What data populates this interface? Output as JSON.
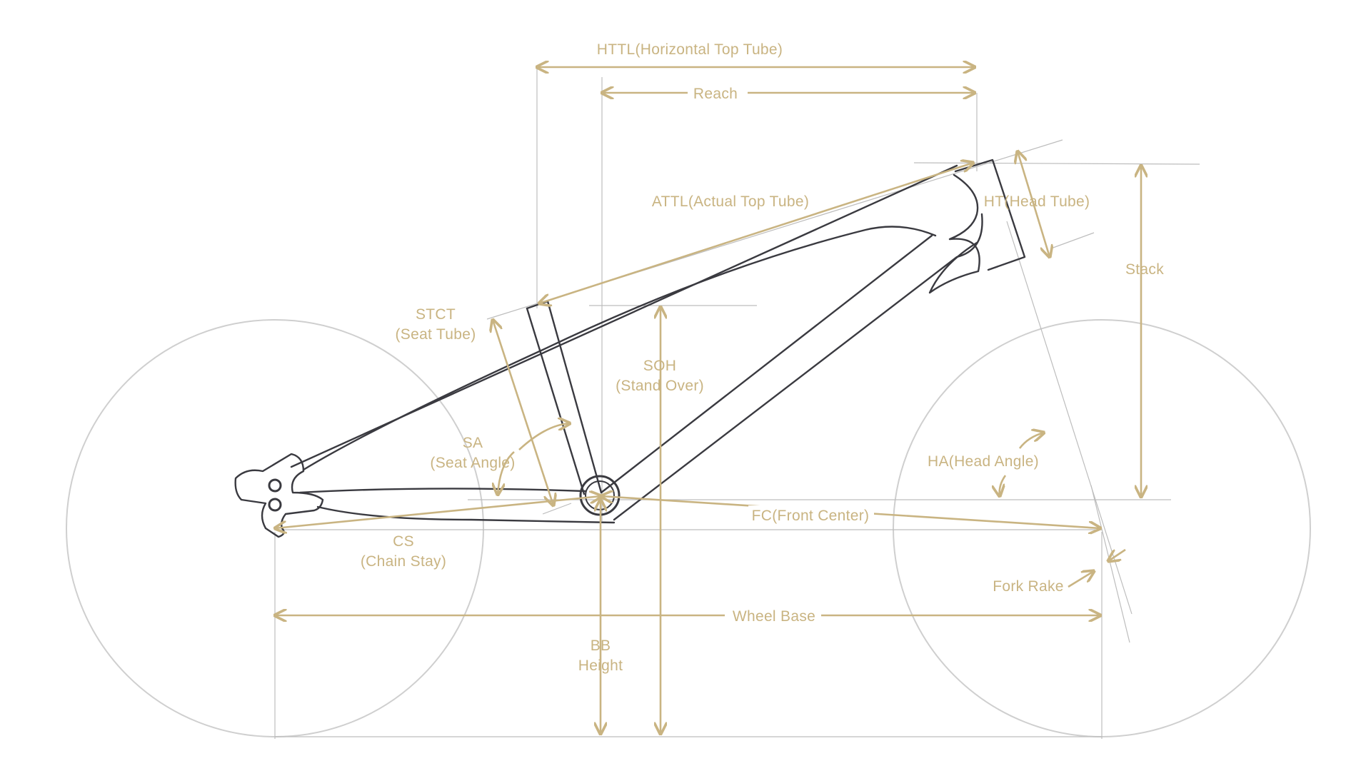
{
  "colors": {
    "dimension": "#c9b482",
    "frame": "#3a3a40",
    "wheel": "#cfcfcf",
    "guide": "#bdbdbd",
    "background": "#ffffff"
  },
  "labels": {
    "httl": "HTTL(Horizontal Top Tube)",
    "reach": "Reach",
    "attl": "ATTL(Actual Top Tube)",
    "ht": "HT(Head Tube)",
    "stack": "Stack",
    "stct_line1": "STCT",
    "stct_line2": "(Seat Tube)",
    "soh_line1": "SOH",
    "soh_line2": "(Stand Over)",
    "sa_line1": "SA",
    "sa_line2": "(Seat Angle)",
    "ha": "HA(Head Angle)",
    "fc": "FC(Front Center)",
    "cs_line1": "CS",
    "cs_line2": "(Chain Stay)",
    "fork_rake": "Fork Rake",
    "wheel_base": "Wheel Base",
    "bb_line1": "BB",
    "bb_line2": "Height"
  }
}
